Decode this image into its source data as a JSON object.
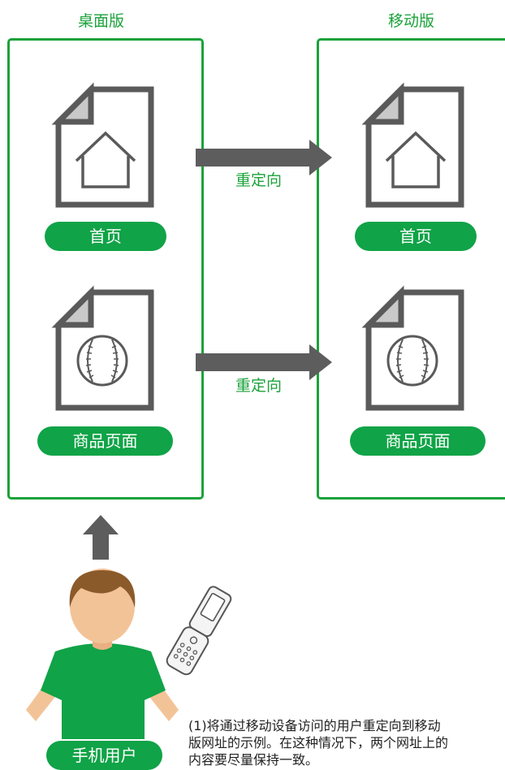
{
  "desktop": {
    "title": "桌面版",
    "home_label": "首页",
    "product_label": "商品页面"
  },
  "mobile": {
    "title": "移动版",
    "home_label": "首页",
    "product_label": "商品页面"
  },
  "redirect_label_1": "重定向",
  "redirect_label_2": "重定向",
  "user_label": "手机用户",
  "caption_lines": [
    "(1)将通过移动设备访问的用户重定向到移动",
    "版网址的示例。在这种情况下，两个网址上的",
    "内容要尽量保持一致。"
  ],
  "colors": {
    "green": "#1aa23a",
    "pill_green": "#10a347",
    "arrow_gray": "#5d5d5d",
    "doc_gray": "#5a5a5a"
  },
  "icons": [
    "document-icon",
    "house-icon",
    "baseball-icon",
    "arrow-right-icon",
    "arrow-up-icon",
    "person-icon",
    "flip-phone-icon"
  ]
}
